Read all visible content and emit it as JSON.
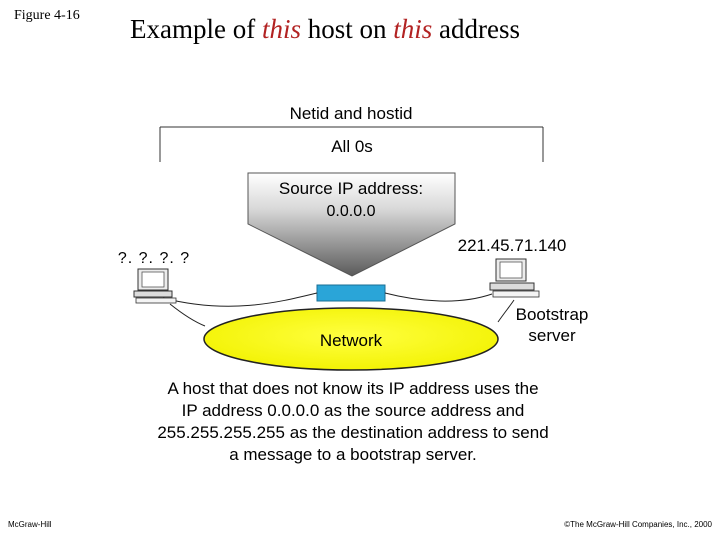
{
  "figure_label": "Figure 4-16",
  "title": {
    "part1": "Example of ",
    "em1": "this",
    "part2": " host on ",
    "em2": "this",
    "part3": " address"
  },
  "diagram": {
    "header_top": "Netid and hostid",
    "header_bottom": "All 0s",
    "source_line1": "Source IP address:",
    "source_line2": "0.0.0.0",
    "host_address": "?. ?. ?. ?",
    "server_address": "221.45.71.140",
    "network_label": "Network",
    "server_label_line1": "Bootstrap",
    "server_label_line2": "server",
    "colors": {
      "network_fill": "#ffff00",
      "packet_fill": "#2aa5d8",
      "title_emphasis": "#b22222"
    },
    "icons": [
      "computer-icon",
      "computer-icon"
    ]
  },
  "caption": {
    "line1": "A host that does not know its IP address uses the",
    "line2": "IP address 0.0.0.0 as the source address and",
    "line3": "255.255.255.255 as the destination address to send",
    "line4": "a message to a bootstrap server."
  },
  "footer": {
    "left": "McGraw-Hill",
    "right": "©The McGraw-Hill Companies, Inc., 2000"
  }
}
